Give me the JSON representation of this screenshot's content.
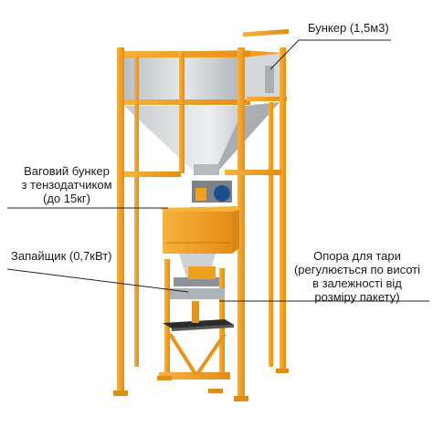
{
  "labels": {
    "bunker": "Бункер (1,5м3)",
    "weigh_hopper": [
      "Ваговий бункер",
      "з тензодатчиком",
      "(до 15кг)"
    ],
    "sealer": "Запайщик (0,7кВт)",
    "support": [
      "Опора для тари",
      "(регулюється по висоті",
      "в залежності від",
      "розміру пакету)"
    ]
  },
  "colors": {
    "frame": "#f5a31c",
    "frame_dark": "#d9861a",
    "steel": "#c9ccd0",
    "steel_dark": "#9ea3a8",
    "steel_light": "#e4e6e8",
    "motor_blue": "#1f4e8c",
    "leader": "#222222"
  }
}
